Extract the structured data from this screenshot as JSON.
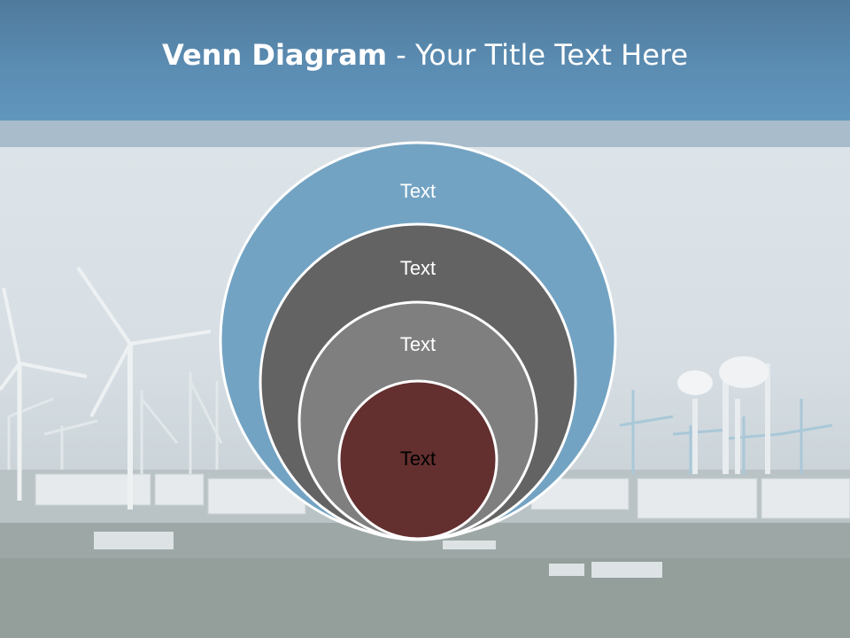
{
  "slide": {
    "title_bold": "Venn Diagram",
    "title_rest": " - Your Title Text Here"
  },
  "venn": {
    "circles": [
      {
        "label": "Text",
        "fill": "#73a3c3",
        "text_color": "#ffffff"
      },
      {
        "label": "Text",
        "fill": "#636363",
        "text_color": "#ffffff"
      },
      {
        "label": "Text",
        "fill": "#7f7f7f",
        "text_color": "#ffffff"
      },
      {
        "label": "Text",
        "fill": "#632f2f",
        "text_color": "#000000"
      }
    ]
  },
  "colors": {
    "header": "#5b8cb2",
    "band": "#a8bccb",
    "circle_stroke": "#ffffff"
  }
}
